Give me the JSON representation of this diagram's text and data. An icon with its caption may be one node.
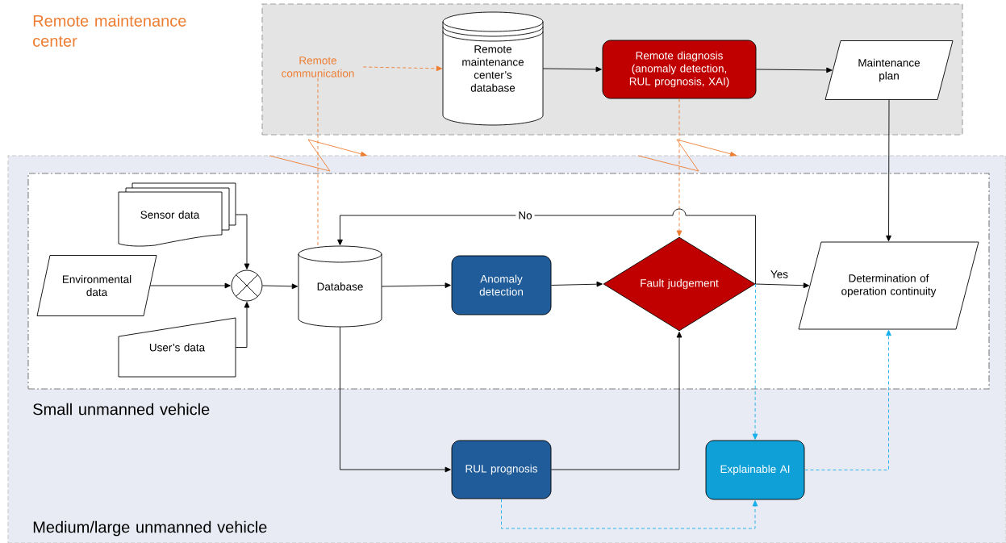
{
  "diagram": {
    "nodes": [
      {
        "text": [
          "Remote maintenance center"
        ]
      },
      {
        "text": [
          "Remote communication"
        ],
        "in": 0
      },
      {
        "text": [
          "Remote maintenance center’s database"
        ],
        "in": 0
      },
      {
        "text": [
          "Remote diagnosis (anomaly detection, RUL prognosis, XAI)"
        ],
        "in": 0
      },
      {
        "text": [
          "Maintenance plan"
        ],
        "in": 0
      },
      {
        "text": [
          "Medium/large unmanned vehicle"
        ]
      },
      {
        "text": [
          "Small unmanned vehicle"
        ],
        "in": 5
      },
      {
        "text": [
          "Sensor data"
        ],
        "in": 6
      },
      {
        "text": [
          "Environmental data"
        ],
        "in": 6
      },
      {
        "text": [
          "User’s data"
        ],
        "in": 6
      },
      {
        "text": [],
        "shape": "circle",
        "in": 6
      },
      {
        "text": [
          "Database"
        ],
        "in": 6
      },
      {
        "text": [
          "Anomaly detection"
        ],
        "in": 6
      },
      {
        "text": [
          "Fault judgement"
        ],
        "in": 6
      },
      {
        "text": [
          "Determination of operation continuity"
        ],
        "in": 6
      },
      {
        "text": [
          "RUL prognosis"
        ],
        "in": 5
      },
      {
        "text": [
          "Explainable AI"
        ],
        "in": 5
      }
    ],
    "edges": [
      {
        "from": 1,
        "to": 2,
        "arrow": "to",
        "style": "dashed",
        "color": "#ed7d31"
      },
      {
        "from": 1,
        "to": 11,
        "arrow": "none",
        "style": "dashed",
        "color": "#ed7d31"
      },
      {
        "from": 2,
        "to": 3,
        "arrow": "to"
      },
      {
        "from": 3,
        "to": 4,
        "arrow": "to"
      },
      {
        "from": 3,
        "to": 13,
        "arrow": "to",
        "style": "dashed",
        "color": "#ed7d31"
      },
      {
        "from": 4,
        "to": 14,
        "arrow": "to"
      },
      {
        "from": 7,
        "to": 10,
        "arrow": "to"
      },
      {
        "from": 8,
        "to": 10,
        "arrow": "to"
      },
      {
        "from": 9,
        "to": 10,
        "arrow": "to"
      },
      {
        "from": 10,
        "to": 11,
        "arrow": "to"
      },
      {
        "from": 11,
        "to": 12,
        "arrow": "to"
      },
      {
        "from": 12,
        "to": 13,
        "arrow": "to"
      },
      {
        "from": 13,
        "to": 11,
        "arrow": "to",
        "label": "No"
      },
      {
        "from": 13,
        "to": 14,
        "arrow": "to",
        "label": "Yes"
      },
      {
        "from": 11,
        "to": 15,
        "arrow": "to"
      },
      {
        "from": 15,
        "to": 13,
        "arrow": "to"
      },
      {
        "from": 13,
        "to": 16,
        "arrow": "to",
        "style": "dashed",
        "color": "#17aeea"
      },
      {
        "from": 15,
        "to": 16,
        "arrow": "to",
        "style": "dashed",
        "color": "#17aeea"
      },
      {
        "from": 16,
        "to": 14,
        "arrow": "to",
        "style": "dashed",
        "color": "#17aeea"
      }
    ]
  }
}
